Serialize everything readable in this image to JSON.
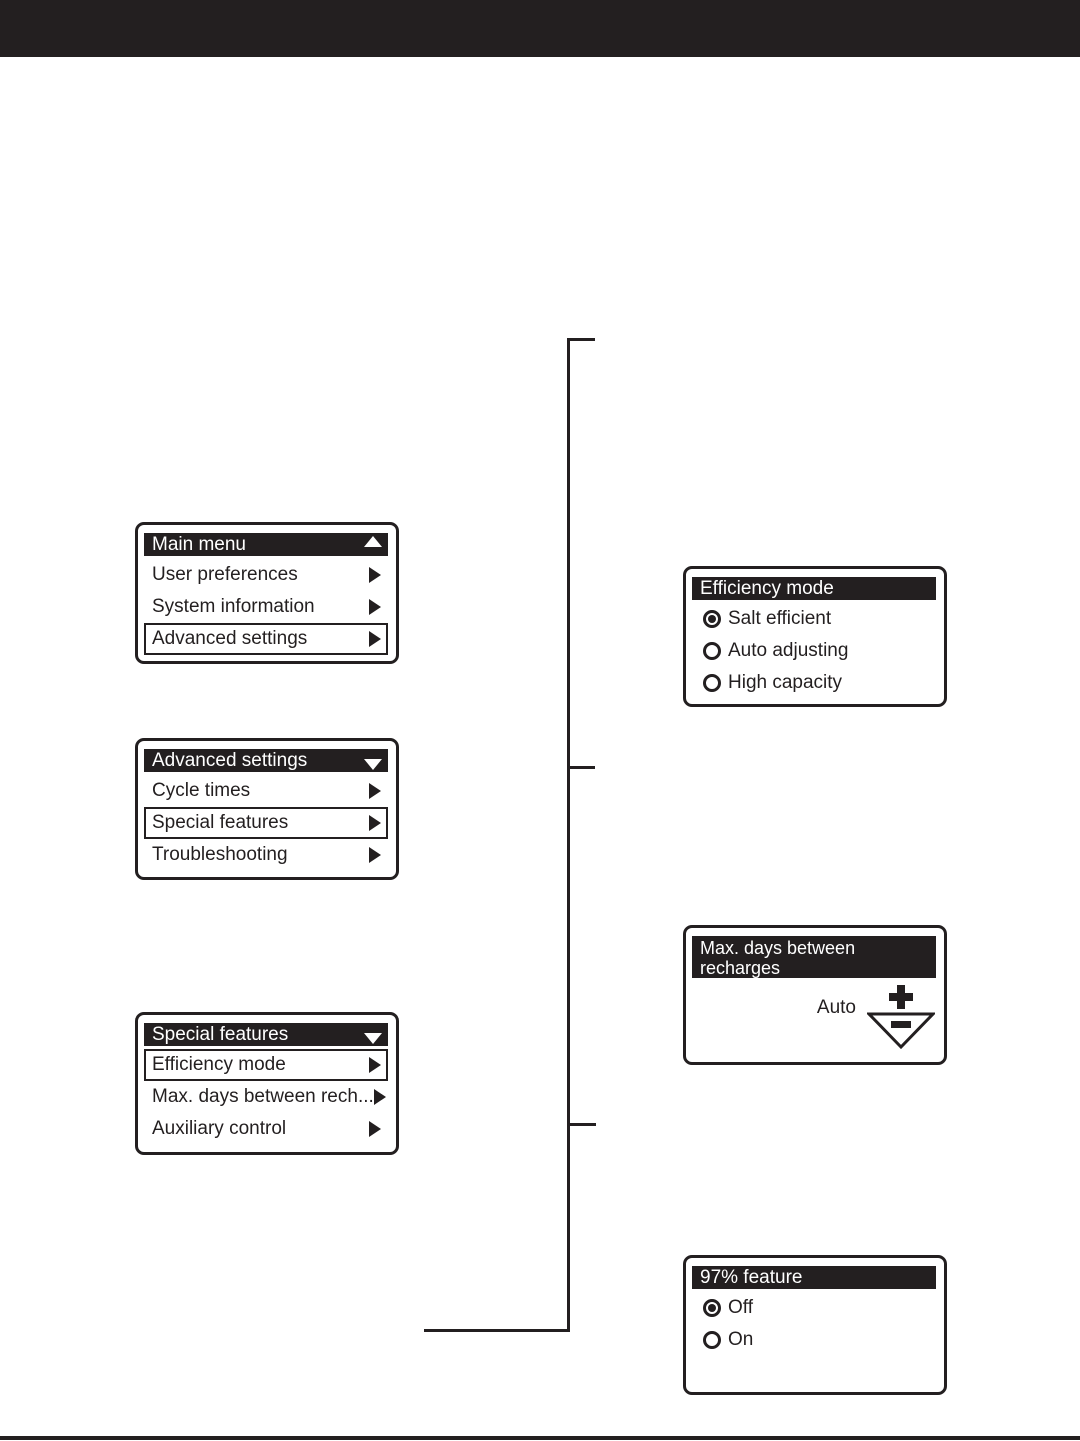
{
  "colors": {
    "ink": "#231f20",
    "paper": "#ffffff"
  },
  "screens": {
    "main_menu": {
      "title": "Main menu",
      "scroll_indicator": "up",
      "items": [
        {
          "label": "User preferences",
          "selected": false
        },
        {
          "label": "System information",
          "selected": false
        },
        {
          "label": "Advanced settings",
          "selected": true
        }
      ]
    },
    "advanced_settings": {
      "title": "Advanced settings",
      "scroll_indicator": "down",
      "items": [
        {
          "label": "Cycle times",
          "selected": false
        },
        {
          "label": "Special features",
          "selected": true
        },
        {
          "label": "Troubleshooting",
          "selected": false
        }
      ]
    },
    "special_features": {
      "title": "Special features",
      "scroll_indicator": "down",
      "items": [
        {
          "label": "Efficiency mode",
          "selected": true
        },
        {
          "label": "Max. days between rech...",
          "selected": false
        },
        {
          "label": "Auxiliary control",
          "selected": false
        }
      ]
    },
    "efficiency_mode": {
      "title": "Efficiency mode",
      "options": [
        {
          "label": "Salt efficient",
          "selected": true
        },
        {
          "label": "Auto adjusting",
          "selected": false
        },
        {
          "label": "High capacity",
          "selected": false
        }
      ]
    },
    "max_days_between_recharges": {
      "title_line1": "Max. days between",
      "title_line2": "recharges",
      "value": "Auto"
    },
    "feature_97": {
      "title": "97% feature",
      "options": [
        {
          "label": "Off",
          "selected": true
        },
        {
          "label": "On",
          "selected": false
        }
      ]
    }
  }
}
